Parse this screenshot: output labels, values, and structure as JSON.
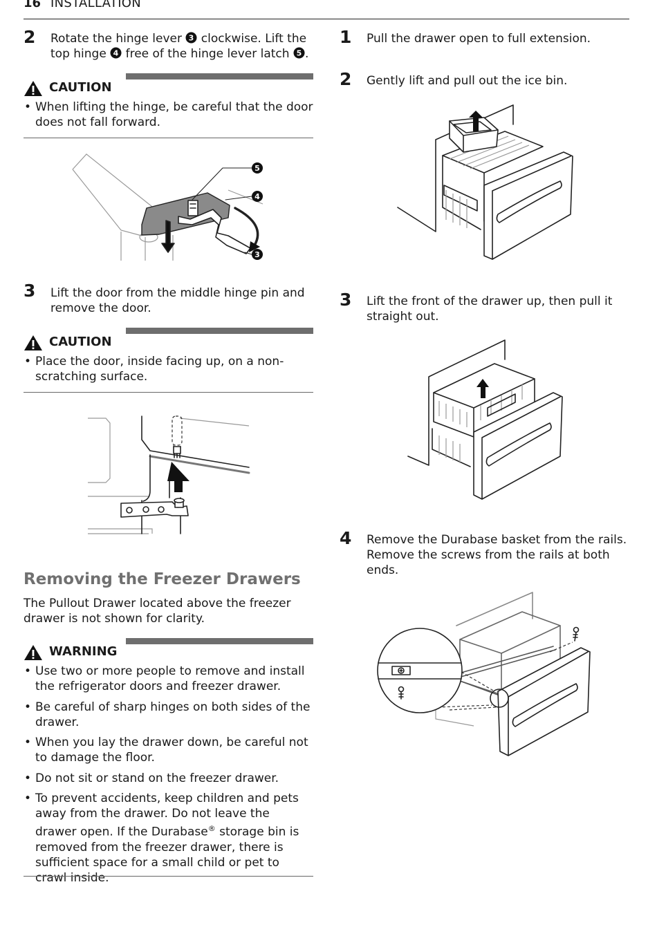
{
  "header": {
    "page_number": "16",
    "section": "INSTALLATION"
  },
  "left": {
    "step2": {
      "number": "2",
      "text_a": "Rotate the hinge lever ",
      "mark3": "3",
      "text_b": " clockwise. Lift the top hinge ",
      "mark4": "4",
      "text_c": " free of the hinge lever latch ",
      "mark5": "5",
      "text_d": "."
    },
    "caution1": {
      "label": "CAUTION",
      "items": [
        "When lifting the hinge, be careful that the door does not fall forward."
      ]
    },
    "fig1_callouts": [
      "5",
      "4",
      "3"
    ],
    "step3": {
      "number": "3",
      "text": "Lift the door from the middle hinge pin and remove the door."
    },
    "caution2": {
      "label": "CAUTION",
      "items": [
        "Place the door, inside facing up, on a non-scratching surface."
      ]
    },
    "section": {
      "title": "Removing the Freezer Drawers",
      "intro": "The Pullout Drawer located above the freezer drawer is not shown for clarity."
    },
    "warning": {
      "label": "WARNING",
      "items": [
        "Use two or more people to remove and install the refrigerator doors and freezer drawer.",
        "Be careful of sharp hinges on both sides of the drawer.",
        "When you lay the drawer down, be careful not to damage the floor.",
        "Do not sit or stand on the freezer drawer."
      ],
      "last_item": {
        "part1": "To prevent accidents, keep children and pets away from the drawer. Do not leave the drawer open. If the Durabase",
        "reg": "®",
        "part2": " storage bin is removed from the freezer drawer, there is sufficient space for a small child or pet to crawl inside."
      }
    }
  },
  "right": {
    "steps": [
      {
        "number": "1",
        "text": "Pull the drawer open to full extension."
      },
      {
        "number": "2",
        "text": "Gently lift and pull out the ice bin."
      },
      {
        "number": "3",
        "text": "Lift the front of the drawer up, then pull it straight out."
      },
      {
        "number": "4",
        "text": "Remove the Durabase basket from the rails. Remove the screws from the rails at both ends."
      }
    ]
  }
}
